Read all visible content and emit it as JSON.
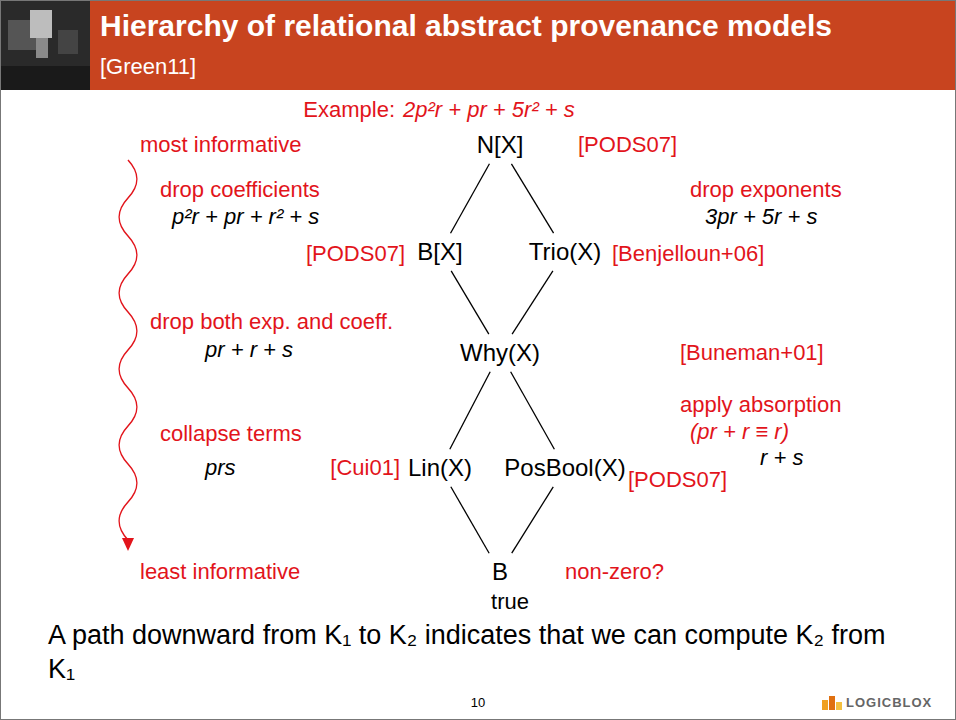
{
  "diagram": {
    "title": "Hierarchy of relational abstract provenance models",
    "nodes": [
      {
        "text": [
          "N[X]"
        ]
      },
      {
        "text": [
          "B[X]"
        ]
      },
      {
        "text": [
          "Trio(X)"
        ]
      },
      {
        "text": [
          "Why(X)"
        ]
      },
      {
        "text": [
          "Lin(X)"
        ]
      },
      {
        "text": [
          "PosBool(X)"
        ]
      },
      {
        "text": [
          "B"
        ]
      }
    ],
    "edges": [
      {
        "from": 0,
        "to": 1,
        "arrow": "none"
      },
      {
        "from": 0,
        "to": 2,
        "arrow": "none"
      },
      {
        "from": 1,
        "to": 3,
        "arrow": "none"
      },
      {
        "from": 2,
        "to": 3,
        "arrow": "none"
      },
      {
        "from": 3,
        "to": 4,
        "arrow": "none"
      },
      {
        "from": 3,
        "to": 5,
        "arrow": "none"
      },
      {
        "from": 4,
        "to": 6,
        "arrow": "none"
      },
      {
        "from": 5,
        "to": 6,
        "arrow": "none"
      }
    ],
    "labels": [
      "[Green11]",
      "Example:",
      "2p²r + pr + 5r² + s",
      "most informative",
      "[PODS07]",
      "drop coefficients",
      "p²r + pr + r² + s",
      "[PODS07]",
      "drop exponents",
      "3pr + 5r + s",
      "[Benjelloun+06]",
      "drop both exp. and coeff.",
      "pr + r + s",
      "[Buneman+01]",
      "apply absorption",
      "(pr + r ≡ r)",
      "r + s",
      "collapse terms",
      "prs",
      "[Cui01]",
      "[PODS07]",
      "least informative",
      "non-zero?",
      "true",
      "A path downward from K₁ to K₂ indicates that we can compute K₂ from K₁",
      "10",
      "LOGICBLOX"
    ]
  }
}
